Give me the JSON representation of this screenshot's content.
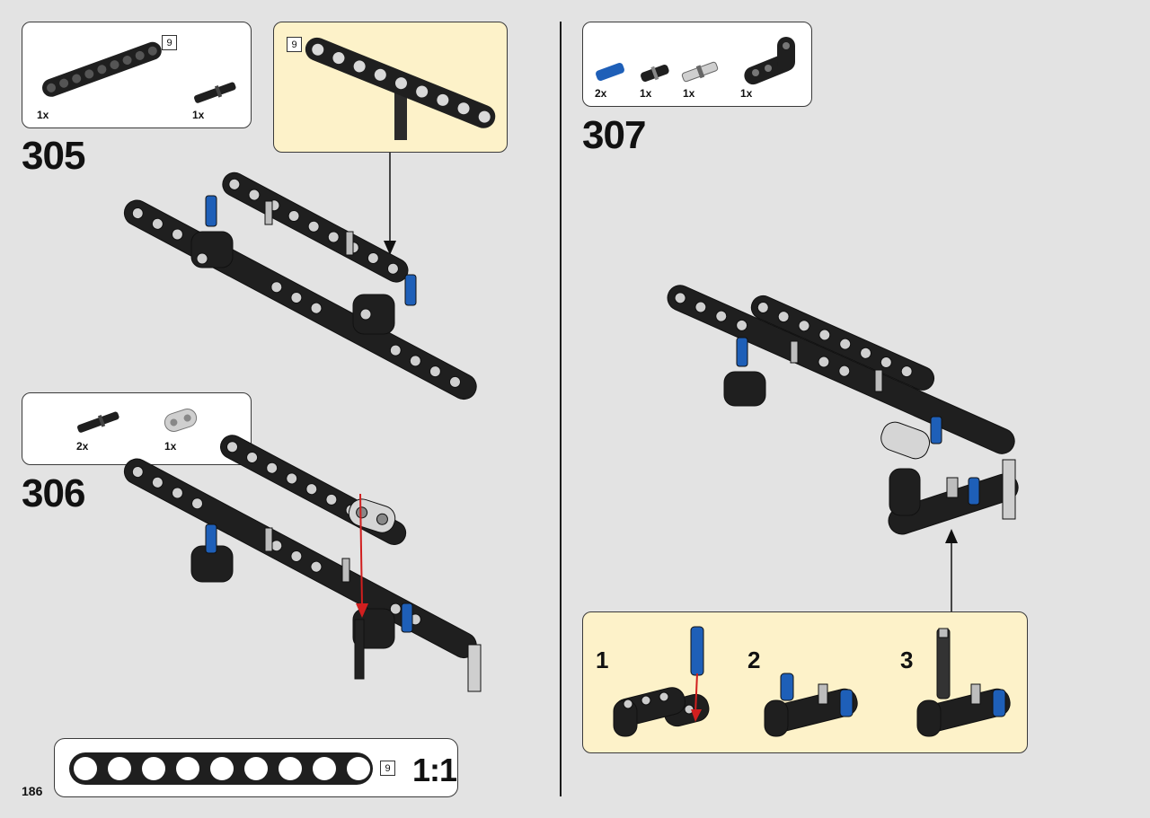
{
  "page": {
    "number": "186"
  },
  "colors": {
    "background": "#e3e3e3",
    "callout": "#fdf2c9",
    "part_black": "#1f1f1f",
    "part_blue": "#1e5fb8",
    "part_grey": "#c8c8c8",
    "arrow_red": "#d11f1f"
  },
  "steps": [
    {
      "number": "305",
      "parts": [
        {
          "name": "beam-9-icon",
          "qty": "1x",
          "length": "9"
        },
        {
          "name": "axle-pin-black-icon",
          "qty": "1x"
        }
      ],
      "callout_length": "9"
    },
    {
      "number": "306",
      "parts": [
        {
          "name": "axle-pin-black-icon",
          "qty": "2x"
        },
        {
          "name": "connector-grey-icon",
          "qty": "1x"
        }
      ]
    },
    {
      "number": "307",
      "parts": [
        {
          "name": "pin-blue-icon",
          "qty": "2x"
        },
        {
          "name": "pin-black-icon",
          "qty": "1x"
        },
        {
          "name": "axle-grey-icon",
          "qty": "1x"
        },
        {
          "name": "angled-beam-icon",
          "qty": "1x"
        }
      ],
      "substeps": [
        "1",
        "2",
        "3"
      ]
    }
  ],
  "scale_ruler": {
    "length": "9",
    "label": "1:1",
    "holes": 9
  }
}
